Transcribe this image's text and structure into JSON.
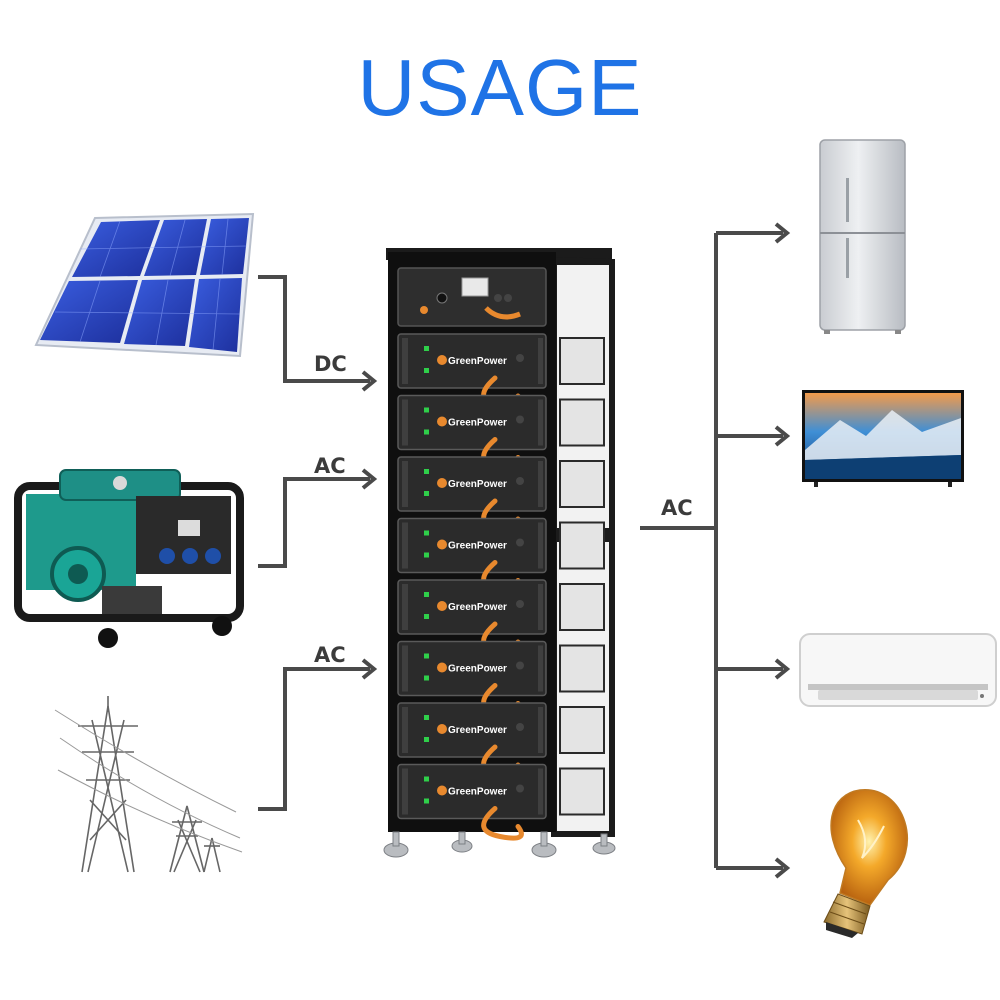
{
  "title": "USAGE",
  "labels": {
    "solar_to_battery": "DC",
    "generator_to_battery": "AC",
    "grid_to_battery": "AC",
    "battery_output": "AC"
  },
  "battery": {
    "brand": "GreenPower",
    "module_count": 8
  },
  "inputs": [
    "solar-panel",
    "generator",
    "power-grid"
  ],
  "outputs": [
    "refrigerator",
    "television",
    "air-conditioner",
    "light-bulb"
  ],
  "colors": {
    "title": "#1f73e6",
    "arrow": "#4a4a4a",
    "cable": "#e8892e",
    "rack": "#1b1b1b"
  }
}
